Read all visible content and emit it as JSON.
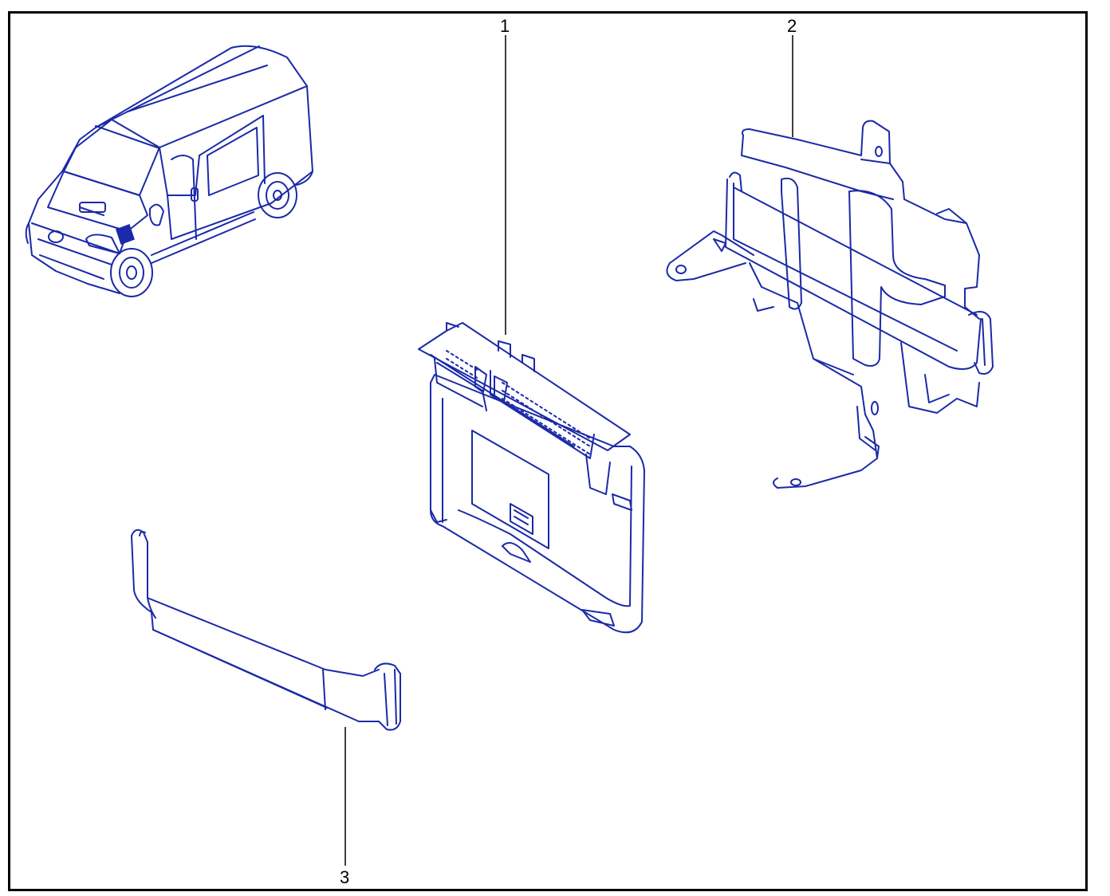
{
  "callouts": {
    "ecu": "1",
    "bracket": "2",
    "strap": "3"
  },
  "colors": {
    "frame": "#000000",
    "line_art": "#1a2aa8",
    "leader": "#000000",
    "background": "#ffffff"
  }
}
